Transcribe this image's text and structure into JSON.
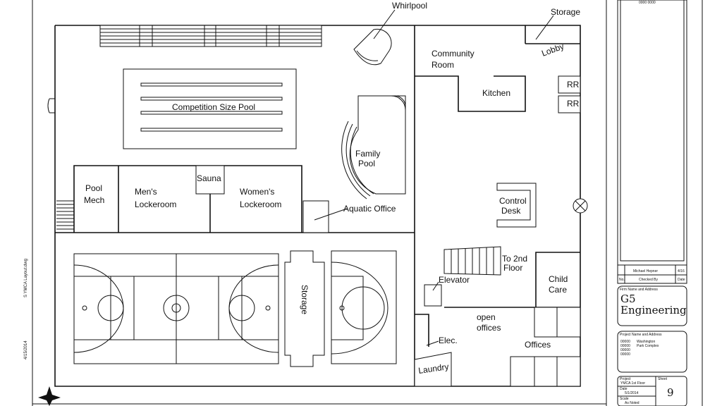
{
  "rooms": {
    "whirlpool": "Whirlpool",
    "storage_top": "Storage",
    "lobby": "Lobby",
    "community": [
      "Community",
      "Room"
    ],
    "kitchen": "Kitchen",
    "rr1": "RR",
    "rr2": "RR",
    "pool": "Competition Size Pool",
    "family_pool": [
      "Family",
      "Pool"
    ],
    "pool_mech": [
      "Pool",
      "Mech"
    ],
    "mens": [
      "Men's",
      "Lockeroom"
    ],
    "sauna": "Sauna",
    "womens": [
      "Women's",
      "Lockeroom"
    ],
    "aquatic_office": "Aquatic Office",
    "control_desk": [
      "Control",
      "Desk"
    ],
    "to_2nd_floor": [
      "To 2nd",
      "Floor"
    ],
    "elevator": "Elevator",
    "child_care": [
      "Child",
      "Care"
    ],
    "storage_court": "Storage",
    "open_offices": [
      "open",
      "offices"
    ],
    "offices": "Offices",
    "elec": "Elec.",
    "laundry": "Laundry"
  },
  "title_block": {
    "top_label": "0000 0000",
    "drawn_by": "Michael Hepner",
    "drawn_date": "4/16",
    "col_no": "No.",
    "col_checked": "Checked By",
    "col_date": "Date",
    "firm_caption": "Firm Name and Address",
    "firm": [
      "G5",
      "Engineering"
    ],
    "project_caption": "Project Name and Address",
    "project_lines": [
      "Washington",
      "Park Complex"
    ],
    "project_prefix": [
      "00000",
      "00000",
      "00000",
      "00000"
    ],
    "project_field": "Project",
    "project_value": "YMCA 1st Floor",
    "sheet_field": "Sheet",
    "sheet_number": "9",
    "date_field": "Date",
    "date_value": "5/1/2014",
    "scale_field": "Scale",
    "scale_value": "As Noted"
  },
  "side_labels": {
    "file": "S YMCA Layout.dwg",
    "date": "4/15/2014"
  }
}
